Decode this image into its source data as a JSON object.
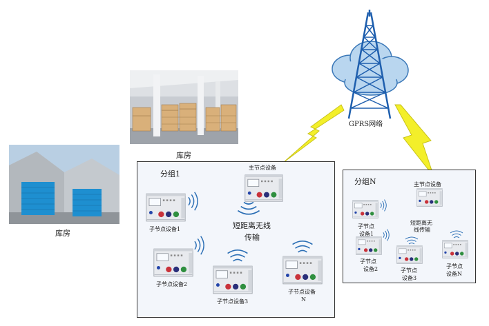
{
  "network_label": "GPRS网络",
  "warehouse_label_1": "库房",
  "warehouse_label_2": "库房",
  "group1": {
    "title": "分组1",
    "master": "主节点设备",
    "wireless_line1": "短距离无线",
    "wireless_line2": "传输",
    "child1": "子节点设备1",
    "child2": "子节点设备2",
    "child3": "子节点设备3",
    "childN_line1": "子节点设备",
    "childN_line2": "N"
  },
  "groupN": {
    "title": "分组N",
    "master": "主节点设备",
    "wireless_line1": "短距离无",
    "wireless_line2": "线传输",
    "child1_line1": "子节点",
    "child1_line2": "设备1",
    "child2_line1": "子节点",
    "child2_line2": "设备2",
    "child3_line1": "子节点",
    "child3_line2": "设备3",
    "childN_line1": "子节点",
    "childN_line2": "设备N"
  },
  "colors": {
    "sky": "#b9d6ef",
    "tower": "#1f5fae",
    "lightning": "#f3ef2a",
    "door": "#1e8fd0",
    "box_bg": "#f3f6fb"
  }
}
